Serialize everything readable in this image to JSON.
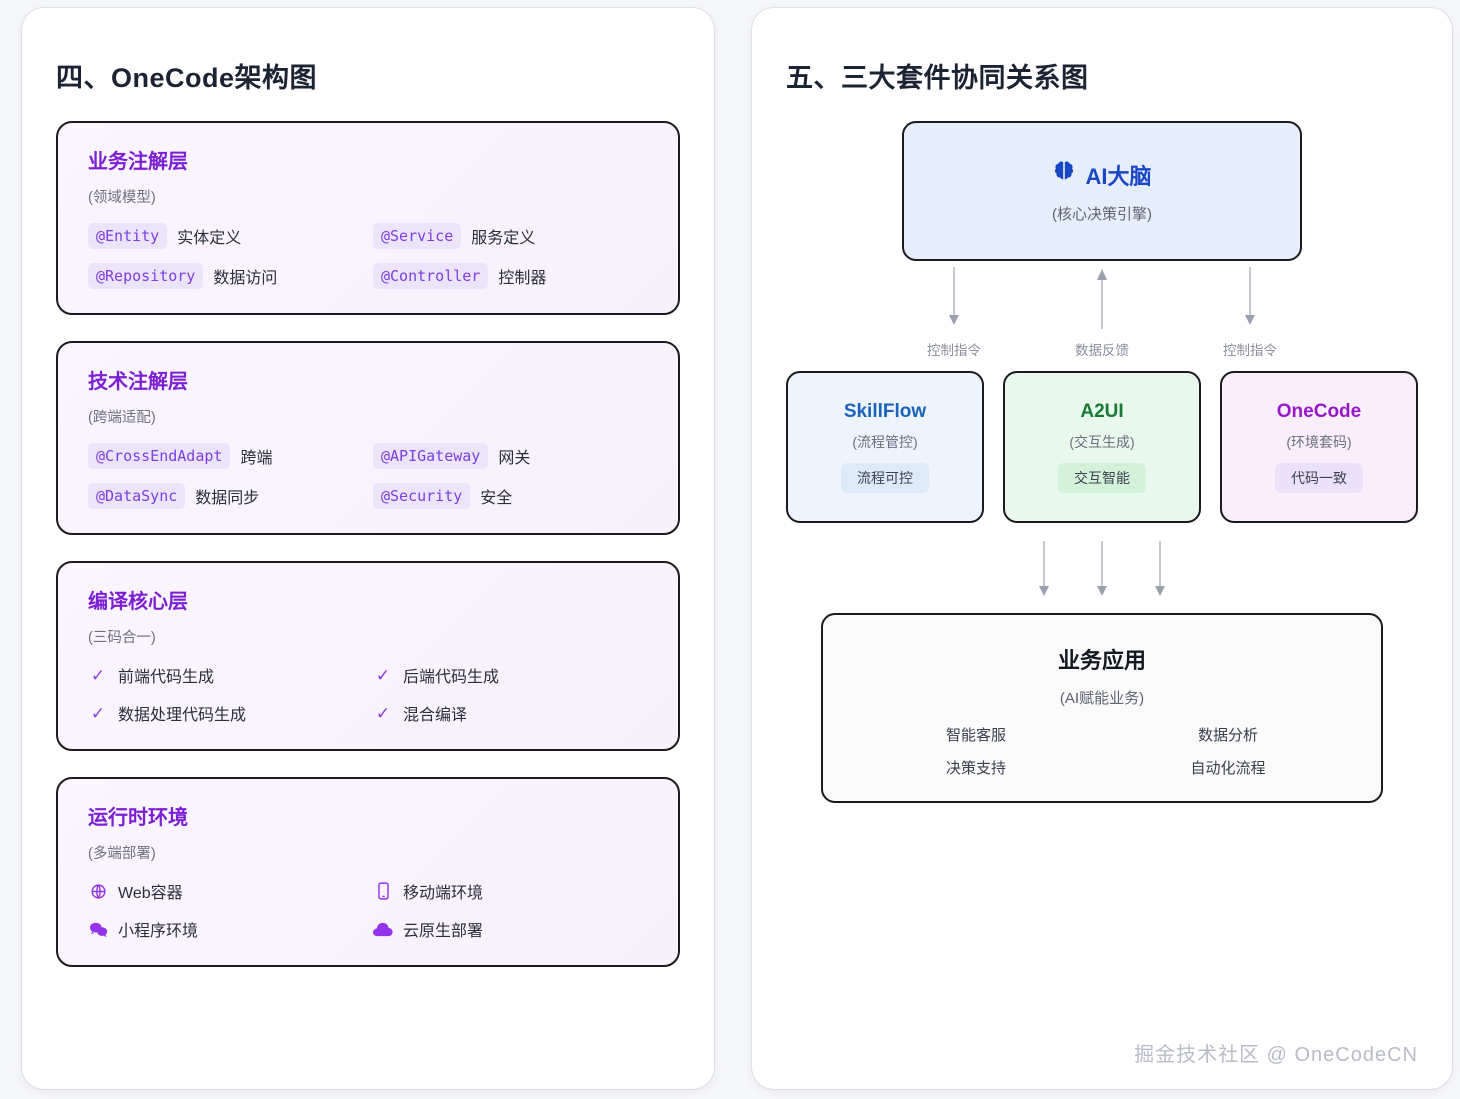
{
  "left": {
    "title": "四、OneCode架构图",
    "layers": [
      {
        "name": "业务注解层",
        "sub": "(领域模型)",
        "kind": "tags",
        "items": [
          {
            "tag": "@Entity",
            "label": "实体定义"
          },
          {
            "tag": "@Service",
            "label": "服务定义"
          },
          {
            "tag": "@Repository",
            "label": "数据访问"
          },
          {
            "tag": "@Controller",
            "label": "控制器"
          }
        ]
      },
      {
        "name": "技术注解层",
        "sub": "(跨端适配)",
        "kind": "tags",
        "items": [
          {
            "tag": "@CrossEndAdapt",
            "label": "跨端"
          },
          {
            "tag": "@APIGateway",
            "label": "网关"
          },
          {
            "tag": "@DataSync",
            "label": "数据同步"
          },
          {
            "tag": "@Security",
            "label": "安全"
          }
        ]
      },
      {
        "name": "编译核心层",
        "sub": "(三码合一)",
        "kind": "checks",
        "items": [
          {
            "icon": "check-icon",
            "label": "前端代码生成"
          },
          {
            "icon": "check-icon",
            "label": "后端代码生成"
          },
          {
            "icon": "check-icon",
            "label": "数据处理代码生成"
          },
          {
            "icon": "check-icon",
            "label": "混合编译"
          }
        ]
      },
      {
        "name": "运行时环境",
        "sub": "(多端部署)",
        "kind": "icons",
        "items": [
          {
            "icon": "globe-icon",
            "label": "Web容器"
          },
          {
            "icon": "mobile-icon",
            "label": "移动端环境"
          },
          {
            "icon": "wechat-icon",
            "label": "小程序环境"
          },
          {
            "icon": "cloud-icon",
            "label": "云原生部署"
          }
        ]
      }
    ]
  },
  "right": {
    "title": "五、三大套件协同关系图",
    "brain": {
      "icon": "brain-icon",
      "name": "AI大脑",
      "sub": "(核心决策引擎)"
    },
    "arrows_top": [
      {
        "direction": "down",
        "label": "控制指令"
      },
      {
        "direction": "up",
        "label": "数据反馈"
      },
      {
        "direction": "down",
        "label": "控制指令"
      }
    ],
    "suites": [
      {
        "name": "SkillFlow",
        "sub": "(流程管控)",
        "pill": "流程可控"
      },
      {
        "name": "A2UI",
        "sub": "(交互生成)",
        "pill": "交互智能"
      },
      {
        "name": "OneCode",
        "sub": "(环境套码)",
        "pill": "代码一致"
      }
    ],
    "arrows_bottom": [
      {
        "direction": "down"
      },
      {
        "direction": "down"
      },
      {
        "direction": "down"
      }
    ],
    "app": {
      "title": "业务应用",
      "sub": "(AI赋能业务)",
      "items": [
        "智能客服",
        "数据分析",
        "决策支持",
        "自动化流程"
      ]
    },
    "watermark": "掘金技术社区 @ OneCodeCN"
  },
  "colors": {
    "accent_purple": "#7c1fd4",
    "accent_blue": "#1a47c4",
    "accent_green": "#197a33",
    "tag_bg": "#ece4fb",
    "layer_border": "#1b1b1f"
  }
}
